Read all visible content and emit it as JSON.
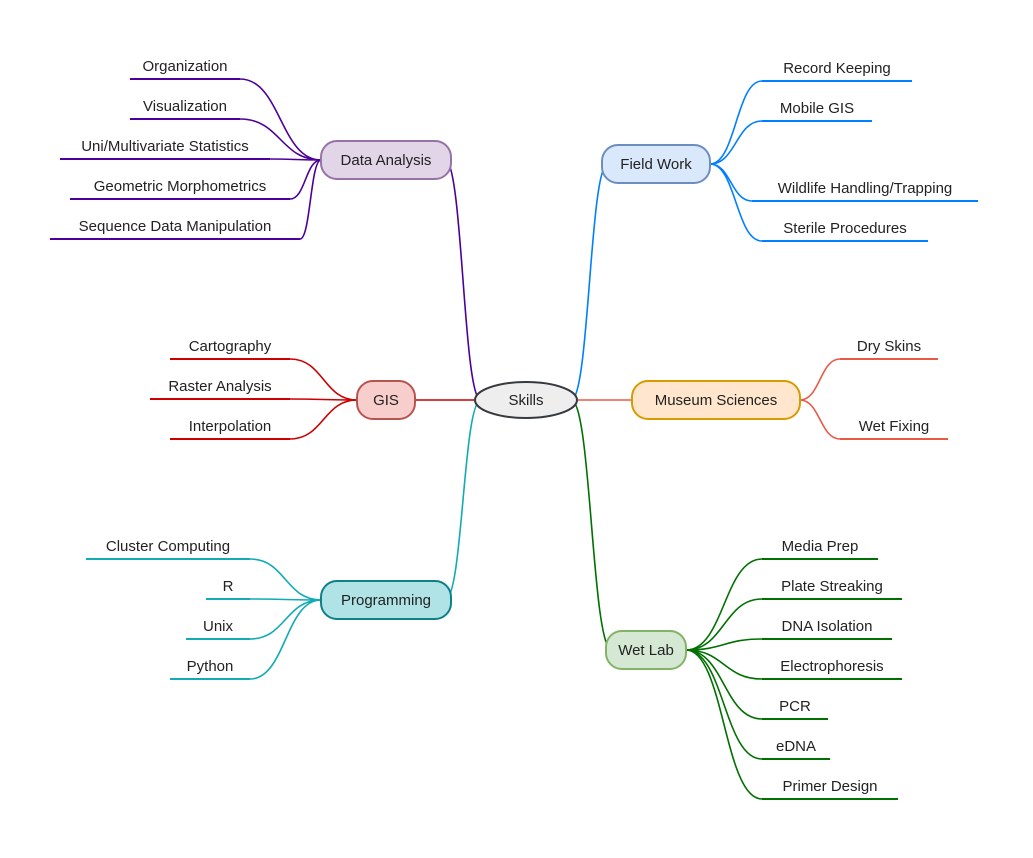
{
  "root": {
    "label": "Skills"
  },
  "branches": [
    {
      "id": "data-analysis",
      "label": "Data Analysis",
      "fill": "#e1d5e7",
      "stroke": "#9673a6",
      "line": "#4c0099",
      "items": [
        "Organization",
        "Visualization",
        "Uni/Multivariate Statistics",
        "Geometric Morphometrics",
        "Sequence Data Manipulation"
      ]
    },
    {
      "id": "field-work",
      "label": "Field Work",
      "fill": "#dae8fc",
      "stroke": "#6c8ebf",
      "line": "#007fff",
      "items": [
        "Record Keeping",
        "Mobile GIS",
        "Wildlife Handling/Trapping",
        "Sterile Procedures"
      ]
    },
    {
      "id": "gis",
      "label": "GIS",
      "fill": "#f8cecc",
      "stroke": "#b85450",
      "line": "#cc0000",
      "items": [
        "Cartography",
        "Raster Analysis",
        "Interpolation"
      ]
    },
    {
      "id": "museum-sciences",
      "label": "Museum Sciences",
      "fill": "#ffe6cc",
      "stroke": "#d79b00",
      "line": "#e85a47",
      "items": [
        "Dry Skins",
        "Wet Fixing"
      ]
    },
    {
      "id": "programming",
      "label": "Programming",
      "fill": "#b0e3e6",
      "stroke": "#0e8088",
      "line": "#12aab5",
      "items": [
        "Cluster Computing",
        "R",
        "Unix",
        "Python"
      ]
    },
    {
      "id": "wet-lab",
      "label": "Wet Lab",
      "fill": "#d5e8d4",
      "stroke": "#82b366",
      "line": "#007000",
      "items": [
        "Media Prep",
        "Plate Streaking",
        "DNA Isolation",
        "Electrophoresis",
        "PCR",
        "eDNA",
        "Primer Design"
      ]
    }
  ]
}
